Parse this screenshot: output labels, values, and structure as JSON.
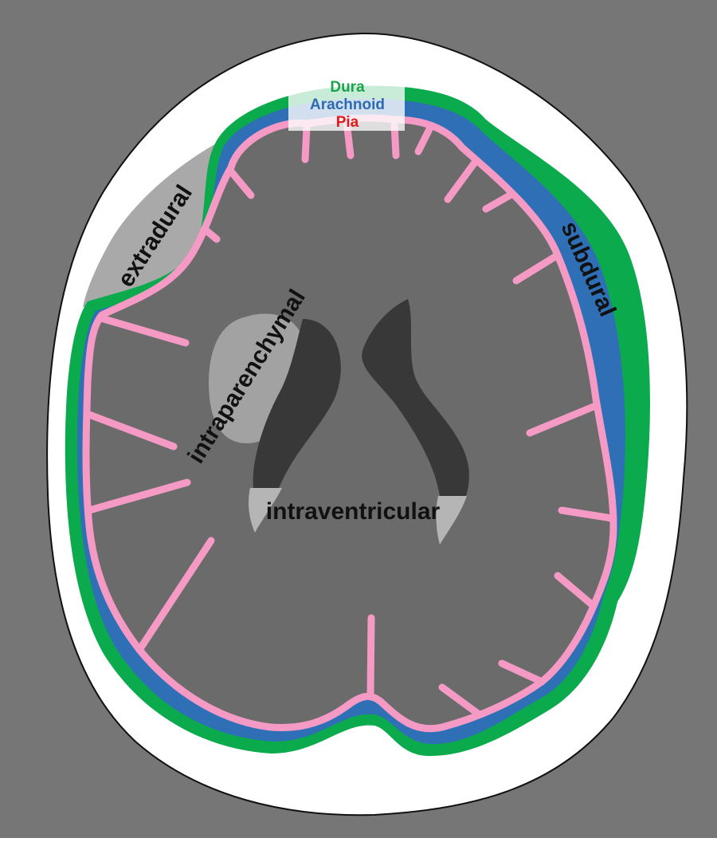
{
  "legend": {
    "dura": "Dura",
    "arachnoid": "Arachnoid",
    "pia": "Pia"
  },
  "labels": {
    "extradural": "extradural",
    "subdural": "subdural",
    "intraparenchymal": "intraparenchymal",
    "intraventricular": "intraventricular"
  },
  "colors": {
    "background": "#767676",
    "skull": "#ffffff",
    "dura": "#0aaa4d",
    "arachnoid": "#2f6fb6",
    "pia": "#f59ac4",
    "brain": "#6b6b6b",
    "hematoma": "#a9a9a9",
    "parenchymal_bleed": "#9a9a9a",
    "ventricle": "#383838",
    "ventricle_blood": "#b5b5b5",
    "label_text": "#111111",
    "dura_text": "#1aa34a",
    "arachnoid_text": "#2b6cb0",
    "pia_text": "#e01b1b"
  }
}
